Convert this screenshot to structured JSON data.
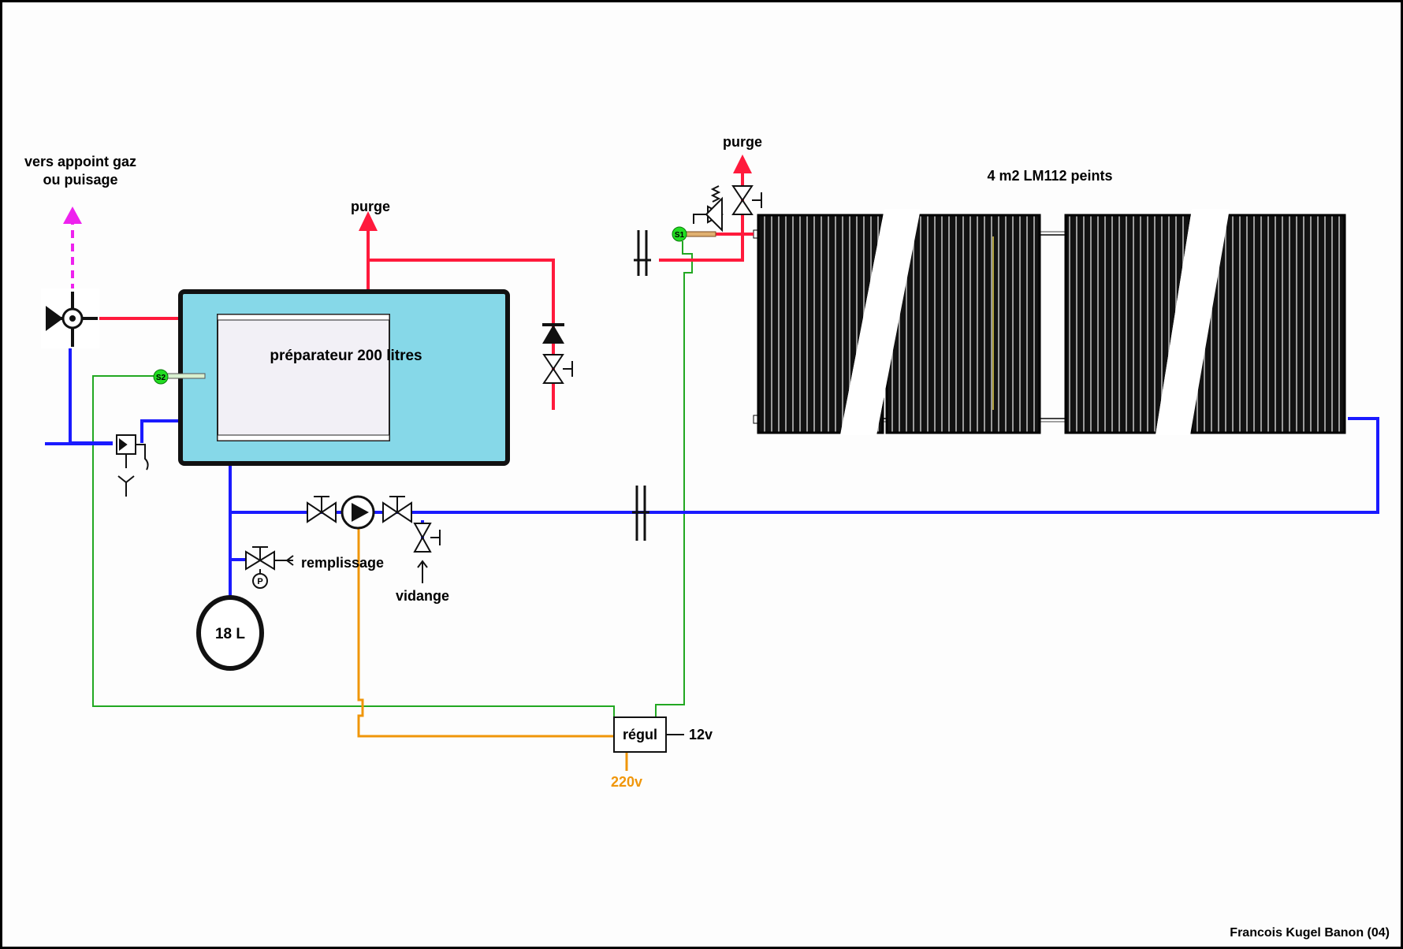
{
  "labels": {
    "gas_supply": [
      "vers appoint gaz",
      "ou puisage"
    ],
    "purge_left": "purge",
    "purge_right": "purge",
    "collectors": "4 m2 LM112 peints",
    "tank": "préparateur 200 litres",
    "filling": "remplissage",
    "drain": "vidange",
    "expansion_vessel": "18 L",
    "controller": "régul",
    "voltage_12": "12v",
    "voltage_220": "220v",
    "sensor_1": "S1",
    "sensor_2": "S2",
    "pressure_gauge": "P",
    "credit": "Francois Kugel Banon (04)"
  },
  "colors": {
    "hot_pipe": "#ff1a3c",
    "cold_pipe": "#1a1aff",
    "sensor_wire": "#22a822",
    "power_wire": "#f0960a",
    "gas_arrow": "#ee22ee",
    "tank_outer": "#86d8e8",
    "tank_inner": "#f2f0f6",
    "sensor_dot": "#22dd22"
  },
  "icons": [
    "mixing-valve-icon",
    "purge-arrow-icon",
    "check-valve-icon",
    "gate-valve-icon",
    "pump-icon",
    "safety-valve-icon",
    "union-icon",
    "pressure-gauge-icon",
    "expansion-vessel-icon",
    "solar-collector-icon"
  ]
}
